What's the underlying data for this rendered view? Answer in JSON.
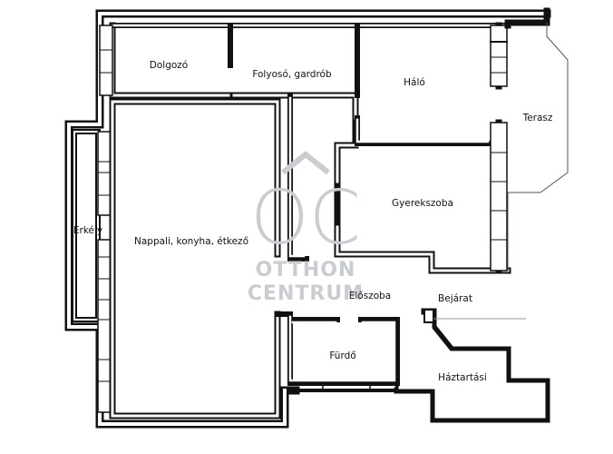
{
  "rooms": {
    "dolgozo": "Dolgozó",
    "folyoso": "Folyosó, gardrób",
    "halo": "Háló",
    "terasz": "Terasz",
    "gyerekszoba": "Gyerekszoba",
    "erkely": "Erkély",
    "nappali": "Nappali, konyha, étkező",
    "eloszoba": "Előszoba",
    "bejarat": "Bejárat",
    "furdo": "Fürdő",
    "haztartasi": "Háztartási"
  },
  "watermark": {
    "letters": "OC",
    "line1": "OTTHON",
    "line2": "CENTRUM"
  },
  "colors": {
    "wall": "#111111",
    "watermark": "#c9cdd1",
    "entry_line": "#9a9a9a"
  }
}
